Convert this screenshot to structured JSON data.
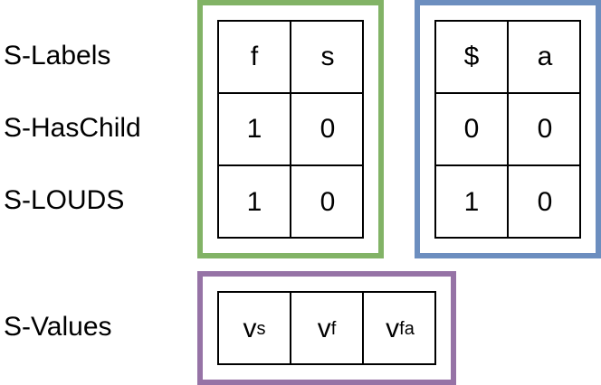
{
  "colors": {
    "group_1": "#82b366",
    "group_2": "#6c8ebf",
    "group_3": "#9673a6"
  },
  "row_labels": {
    "labels": "S-Labels",
    "has_child": "S-HasChild",
    "louds": "S-LOUDS",
    "values": "S-Values"
  },
  "group_1": {
    "labels": [
      "f",
      "s"
    ],
    "has_child": [
      "1",
      "0"
    ],
    "louds": [
      "1",
      "0"
    ]
  },
  "group_2": {
    "labels": [
      "$",
      "a"
    ],
    "has_child": [
      "0",
      "0"
    ],
    "louds": [
      "1",
      "0"
    ]
  },
  "values": [
    {
      "base": "v",
      "sub": "s"
    },
    {
      "base": "v",
      "sub": "f"
    },
    {
      "base": "v",
      "sub": "fa"
    }
  ]
}
